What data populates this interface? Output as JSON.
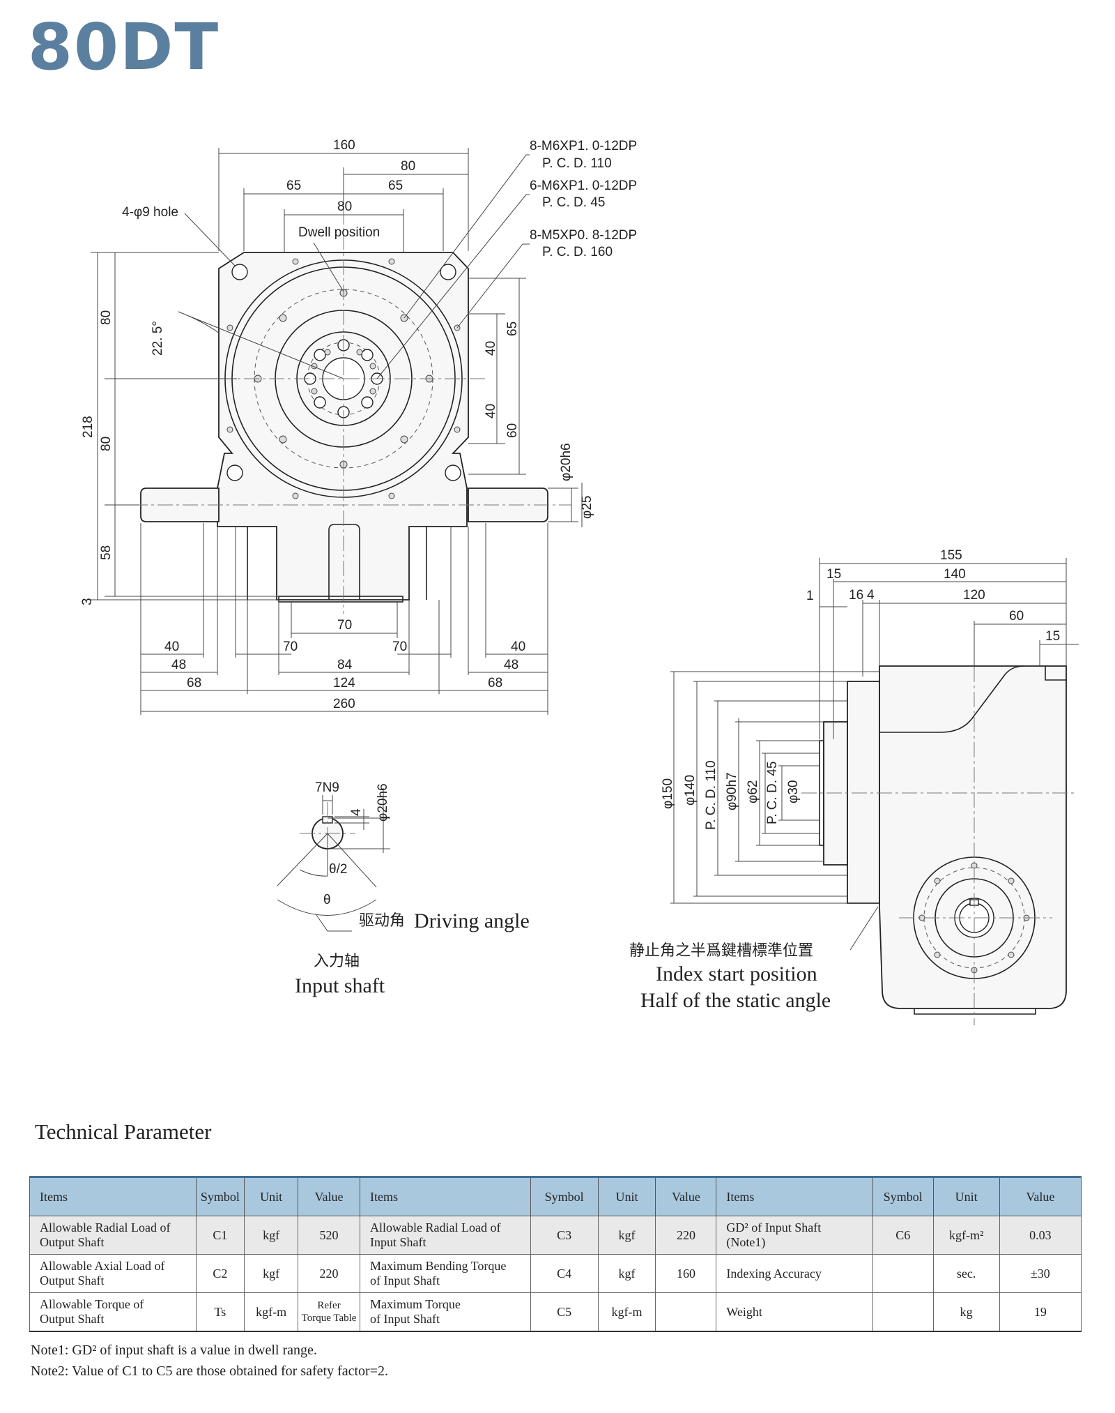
{
  "title": "80DT",
  "drawing": {
    "front_dims": {
      "top": [
        "160",
        "80",
        "65",
        "65",
        "80"
      ],
      "holes_label": "4-φ9  hole",
      "dwell": "Dwell position",
      "callouts": [
        {
          "line1": "8-M6XP1. 0-12DP",
          "line2": "P. C. D. 110"
        },
        {
          "line1": "6-M6XP1. 0-12DP",
          "line2": "P. C. D. 45"
        },
        {
          "line1": "8-M5XP0. 8-12DP",
          "line2": "P. C. D. 160"
        }
      ],
      "angle": "22. 5°",
      "left": [
        "80",
        "218",
        "80",
        "58",
        "3"
      ],
      "right": [
        "40",
        "65",
        "40",
        "60",
        "φ20h6",
        "φ25"
      ],
      "bottom_row1": [
        "70"
      ],
      "bottom_row2": [
        "40",
        "70",
        "70",
        "40"
      ],
      "bottom_row3": [
        "48",
        "84",
        "48"
      ],
      "bottom_row4": [
        "68",
        "124",
        "68"
      ],
      "bottom_row5": [
        "260"
      ]
    },
    "shaft_detail": {
      "key": "7N9",
      "depth": "4",
      "dia": "φ20h6",
      "half_angle": "θ/2",
      "angle": "θ",
      "driving_cn": "驱动角",
      "driving_en": "Driving angle",
      "input_cn": "入力轴",
      "input_en": "Input shaft"
    },
    "side_dims": {
      "top": [
        "155",
        "15",
        "140",
        "1",
        "16",
        "4",
        "120",
        "60",
        "15"
      ],
      "vertical": [
        "φ150",
        "φ140",
        "P. C. D. 110",
        "φ90h7",
        "φ62",
        "P. C. D. 45",
        "φ30"
      ],
      "index_cn": "静止角之半爲鍵槽標準位置",
      "index_en1": "Index start position",
      "index_en2": "Half of the static angle"
    }
  },
  "section_title": "Technical Parameter",
  "table": {
    "headers": [
      "Items",
      "Symbol",
      "Unit",
      "Value",
      "Items",
      "Symbol",
      "Unit",
      "Value",
      "Items",
      "Symbol",
      "Unit",
      "Value"
    ],
    "rows": [
      {
        "item1_l1": "Allowable Radial Load  of",
        "item1_l2": "Output Shaft",
        "sym1": "C1",
        "unit1": "kgf",
        "val1": "520",
        "item2_l1": "Allowable Radial Load of",
        "item2_l2": "Input Shaft",
        "sym2": "C3",
        "unit2": "kgf",
        "val2": "220",
        "item3_l1": "GD² of Input Shaft",
        "item3_l2": "(Note1)",
        "sym3": "C6",
        "unit3": "kgf-m²",
        "val3": "0.03"
      },
      {
        "item1_l1": "Allowable Axial Load of",
        "item1_l2": "Output Shaft",
        "sym1": "C2",
        "unit1": "kgf",
        "val1": "220",
        "item2_l1": "Maximum Bending Torque",
        "item2_l2": "of Input Shaft",
        "sym2": "C4",
        "unit2": "kgf",
        "val2": "160",
        "item3_l1": "Indexing Accuracy",
        "item3_l2": "",
        "sym3": "",
        "unit3": "sec.",
        "val3": "±30"
      },
      {
        "item1_l1": "Allowable Torque of",
        "item1_l2": "Output Shaft",
        "sym1": "Ts",
        "unit1": "kgf-m",
        "val1_l1": "Refer",
        "val1_l2": "Torque Table",
        "item2_l1": "Maximum Torque",
        "item2_l2": "of Input Shaft",
        "sym2": "C5",
        "unit2": "kgf-m",
        "val2": "",
        "item3_l1": "Weight",
        "item3_l2": "",
        "sym3": "",
        "unit3": "kg",
        "val3": "19"
      }
    ]
  },
  "notes": [
    "Note1: GD² of input shaft is a value in dwell range.",
    "Note2: Value of  C1 to C5 are those obtained for safety factor=2."
  ]
}
